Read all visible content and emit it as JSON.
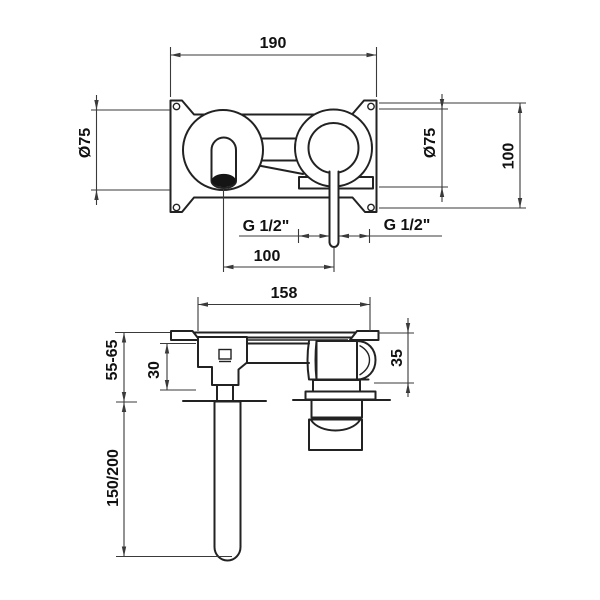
{
  "drawing": {
    "type": "faucet rough-in technical drawing",
    "front_view": {
      "plate_width": "190",
      "escutcheon_dia_left": "Ø75",
      "escutcheon_dia_right": "Ø75",
      "plate_height": "100",
      "inlet_thread_left": "G 1/2\"",
      "inlet_thread_right": "G 1/2\"",
      "center_spacing": "100"
    },
    "side_view": {
      "body_width": "158",
      "wall_depth_range": "55-65",
      "inset_depth": "30",
      "handle_height": "35",
      "spout_projection": "150/200"
    },
    "colors": {
      "line": "#222222",
      "dim_line": "#3a3a3a",
      "text": "#111111",
      "background": "#ffffff"
    }
  }
}
